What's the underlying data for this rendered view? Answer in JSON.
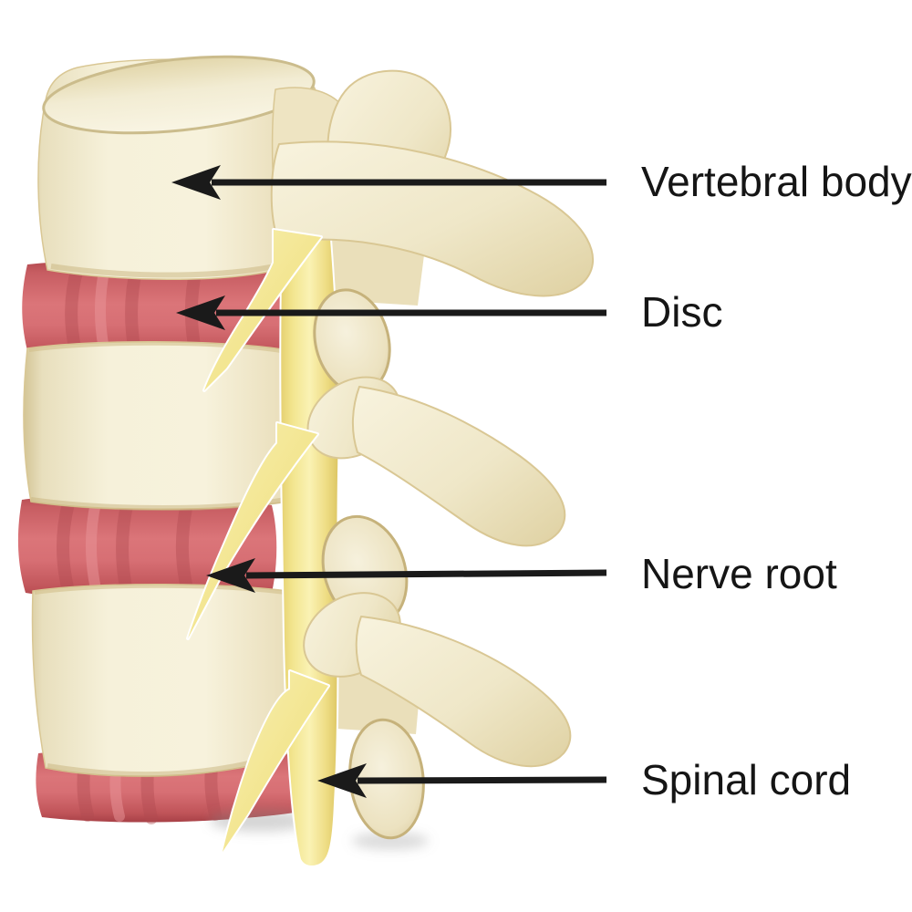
{
  "figure": {
    "type": "medical-diagram",
    "description": "Spine segment, lateral view, with labeled anatomy",
    "background": "#ffffff",
    "labels": [
      {
        "text": "Vertebral body"
      },
      {
        "text": "Disc"
      },
      {
        "text": "Nerve root"
      },
      {
        "text": "Spinal cord"
      }
    ],
    "colors": {
      "bone": "#f3ecd2",
      "bone_shadow": "#d8c794",
      "disc_red": "#d2696e",
      "disc_red_dark": "#b04a50",
      "nerve_yellow": "#f5e995",
      "nerve_yellow_dark": "#e3cf6f",
      "arrow": "#1a1a1a",
      "label_text": "#151515"
    }
  }
}
